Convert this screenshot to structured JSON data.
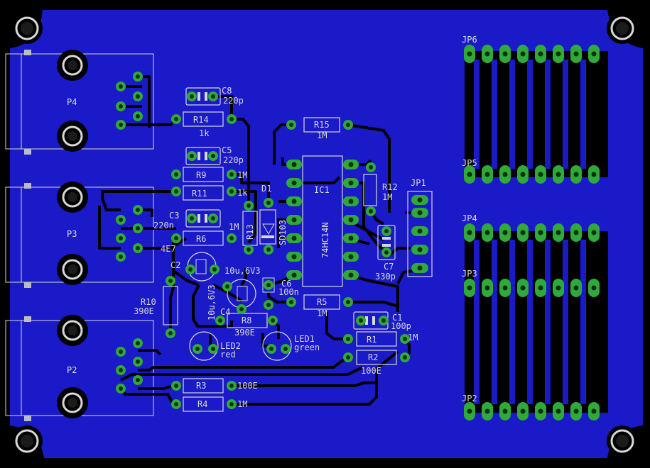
{
  "board": {
    "colors": {
      "background": "#000000",
      "copper_pour": "#1a1ac8",
      "trace": "#000000",
      "pad": "#2fa93a",
      "pad_hole": "#0a2f10",
      "silkscreen": "#d8d8d8",
      "mount_hole": "#000000"
    },
    "connectors": [
      {
        "name": "P4",
        "label": "P4"
      },
      {
        "name": "P3",
        "label": "P3"
      },
      {
        "name": "P2",
        "label": "P2"
      }
    ],
    "headers": [
      {
        "name": "JP6",
        "label": "JP6"
      },
      {
        "name": "JP5",
        "label": "JP5"
      },
      {
        "name": "JP4",
        "label": "JP4"
      },
      {
        "name": "JP3",
        "label": "JP3"
      },
      {
        "name": "JP2",
        "label": "JP2"
      },
      {
        "name": "JP1",
        "label": "JP1"
      }
    ],
    "components": {
      "C8": {
        "ref": "C8",
        "value": "220p"
      },
      "R14": {
        "ref": "R14",
        "value": "1k"
      },
      "C5": {
        "ref": "C5",
        "value": "220p"
      },
      "R9": {
        "ref": "R9",
        "value": "1M"
      },
      "R11": {
        "ref": "R11",
        "value": "1k"
      },
      "D1": {
        "ref": "D1",
        "value": "SD103"
      },
      "R13": {
        "ref": "R13",
        "value": ""
      },
      "C3": {
        "ref": "C3",
        "value": "220n"
      },
      "R6": {
        "ref": "R6",
        "value": "4E7"
      },
      "R6b": {
        "ref": "",
        "value": "1M"
      },
      "C2": {
        "ref": "C2",
        "value": "10u,6V3"
      },
      "C4": {
        "ref": "C4",
        "value": "10u,6V3"
      },
      "C6": {
        "ref": "C6",
        "value": "100n"
      },
      "R15": {
        "ref": "R15",
        "value": "1M"
      },
      "IC1": {
        "ref": "IC1",
        "value": "74HC14N"
      },
      "R12": {
        "ref": "R12",
        "value": "1M"
      },
      "C7": {
        "ref": "C7",
        "value": "330p"
      },
      "R5": {
        "ref": "R5",
        "value": "1M"
      },
      "R10": {
        "ref": "R10",
        "value": "390E"
      },
      "R8": {
        "ref": "R8",
        "value": "390E"
      },
      "LED1": {
        "ref": "LED1",
        "value": "green"
      },
      "LED2": {
        "ref": "LED2",
        "value": "red"
      },
      "C1": {
        "ref": "C1",
        "value": "100p"
      },
      "R1": {
        "ref": "R1",
        "value": "1M"
      },
      "R2": {
        "ref": "R2",
        "value": "100E"
      },
      "R3": {
        "ref": "R3",
        "value": "100E"
      },
      "R4": {
        "ref": "R4",
        "value": "1M"
      }
    }
  }
}
